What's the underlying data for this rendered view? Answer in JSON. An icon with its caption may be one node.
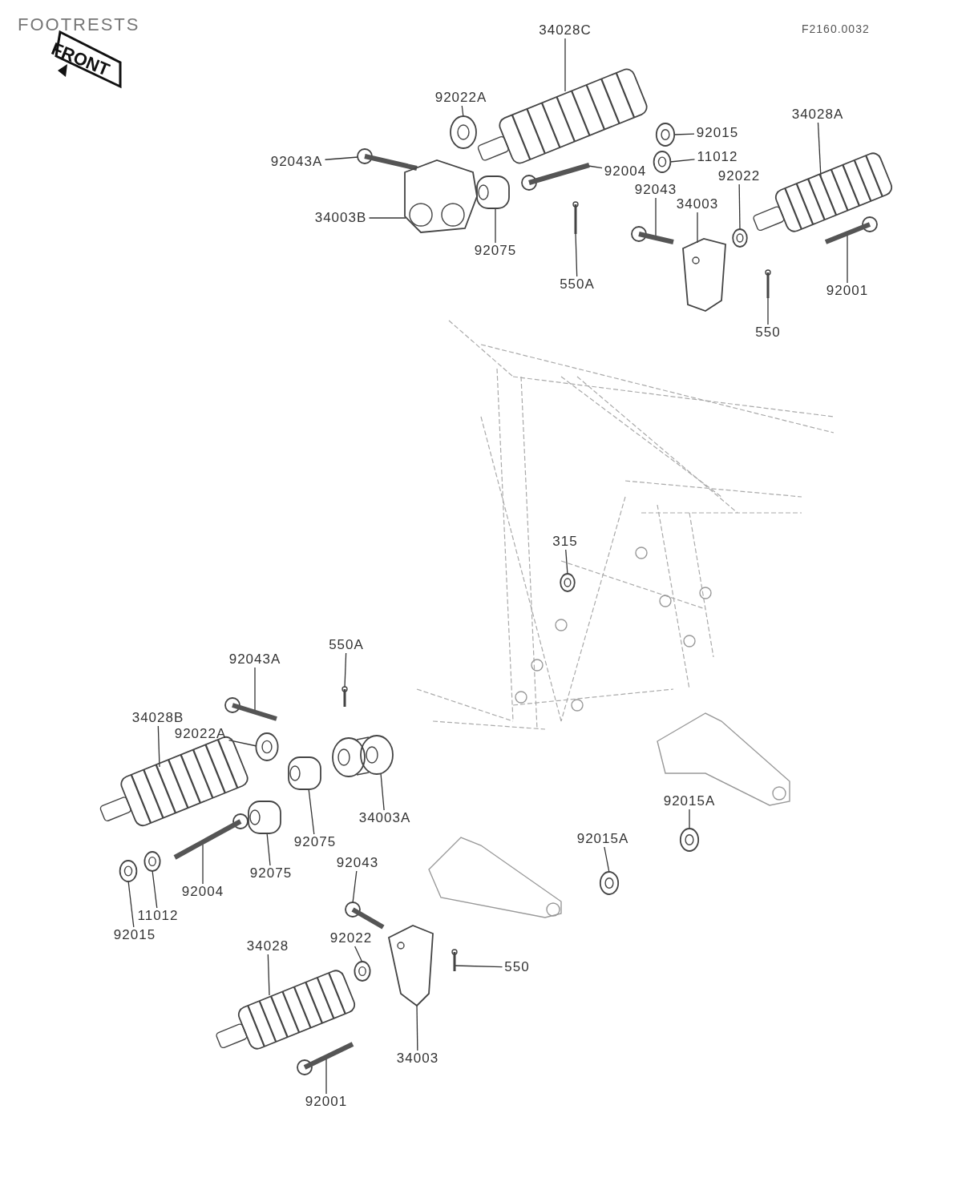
{
  "diagram": {
    "title": "FOOTRESTS",
    "nodes": [
      {
        "text": [
          "34028C"
        ]
      },
      {
        "text": [
          "92022A"
        ]
      },
      {
        "text": [
          "92015"
        ]
      },
      {
        "text": [
          "11012"
        ]
      },
      {
        "text": [
          "92043A"
        ]
      },
      {
        "text": [
          "92004"
        ]
      },
      {
        "text": [
          "34003B"
        ]
      },
      {
        "text": [
          "92075"
        ]
      },
      {
        "text": [
          "550A"
        ]
      },
      {
        "text": [
          "92043"
        ]
      },
      {
        "text": [
          "34003"
        ]
      },
      {
        "text": [
          "92022"
        ]
      },
      {
        "text": [
          "34028A"
        ]
      },
      {
        "text": [
          "92001"
        ]
      },
      {
        "text": [
          "550"
        ]
      },
      {
        "text": [
          "315"
        ]
      },
      {
        "text": [
          "92043A"
        ]
      },
      {
        "text": [
          "550A"
        ]
      },
      {
        "text": [
          "34028B"
        ]
      },
      {
        "text": [
          "92022A"
        ]
      },
      {
        "text": [
          "92075"
        ]
      },
      {
        "text": [
          "34003A"
        ]
      },
      {
        "text": [
          "92075"
        ]
      },
      {
        "text": [
          "92004"
        ]
      },
      {
        "text": [
          "11012"
        ]
      },
      {
        "text": [
          "92015"
        ]
      },
      {
        "text": [
          "92043"
        ]
      },
      {
        "text": [
          "92022"
        ]
      },
      {
        "text": [
          "34028"
        ]
      },
      {
        "text": [
          "92015A"
        ]
      },
      {
        "text": [
          "92015A"
        ]
      },
      {
        "text": [
          "550"
        ]
      },
      {
        "text": [
          "34003"
        ]
      },
      {
        "text": [
          "92001"
        ]
      },
      {
        "text": [],
        "shape": "picture"
      },
      {
        "text": [],
        "shape": "picture"
      },
      {
        "text": [],
        "shape": "picture"
      },
      {
        "text": [],
        "shape": "picture"
      },
      {
        "text": [],
        "shape": "picture"
      },
      {
        "text": [],
        "shape": "picture"
      },
      {
        "text": [],
        "shape": "picture"
      },
      {
        "text": [],
        "shape": "picture"
      },
      {
        "text": [],
        "shape": "picture"
      },
      {
        "text": [],
        "shape": "picture"
      },
      {
        "text": [],
        "shape": "picture"
      },
      {
        "text": [],
        "shape": "picture"
      },
      {
        "text": [],
        "shape": "picture"
      },
      {
        "text": [],
        "shape": "picture"
      },
      {
        "text": [],
        "shape": "picture"
      },
      {
        "text": [],
        "shape": "picture"
      },
      {
        "text": [],
        "shape": "picture"
      },
      {
        "text": [],
        "shape": "picture"
      },
      {
        "text": [],
        "shape": "picture"
      },
      {
        "text": [],
        "shape": "picture"
      },
      {
        "text": [],
        "shape": "picture"
      },
      {
        "text": [],
        "shape": "picture"
      },
      {
        "text": [],
        "shape": "picture"
      },
      {
        "text": [],
        "shape": "picture"
      },
      {
        "text": [],
        "shape": "picture"
      },
      {
        "text": [],
        "shape": "picture"
      },
      {
        "text": [],
        "shape": "picture"
      },
      {
        "text": [],
        "shape": "picture"
      },
      {
        "text": [],
        "shape": "picture"
      },
      {
        "text": [],
        "shape": "picture"
      },
      {
        "text": [],
        "shape": "picture"
      },
      {
        "text": [],
        "shape": "picture"
      },
      {
        "text": [],
        "shape": "picture"
      },
      {
        "text": [],
        "shape": "picture"
      }
    ],
    "edges": [
      {
        "from": 0,
        "to": 34,
        "arrow": "none"
      },
      {
        "from": 1,
        "to": 35,
        "arrow": "none"
      },
      {
        "from": 2,
        "to": 36,
        "arrow": "none"
      },
      {
        "from": 3,
        "to": 37,
        "arrow": "none"
      },
      {
        "from": 4,
        "to": 38,
        "arrow": "none"
      },
      {
        "from": 5,
        "to": 39,
        "arrow": "none"
      },
      {
        "from": 6,
        "to": 40,
        "arrow": "none"
      },
      {
        "from": 7,
        "to": 41,
        "arrow": "none"
      },
      {
        "from": 8,
        "to": 42,
        "arrow": "none"
      },
      {
        "from": 9,
        "to": 43,
        "arrow": "none"
      },
      {
        "from": 10,
        "to": 44,
        "arrow": "none"
      },
      {
        "from": 11,
        "to": 45,
        "arrow": "none"
      },
      {
        "from": 12,
        "to": 46,
        "arrow": "none"
      },
      {
        "from": 13,
        "to": 47,
        "arrow": "none"
      },
      {
        "from": 14,
        "to": 48,
        "arrow": "none"
      },
      {
        "from": 15,
        "to": 49,
        "arrow": "none"
      },
      {
        "from": 16,
        "to": 50,
        "arrow": "none"
      },
      {
        "from": 17,
        "to": 51,
        "arrow": "none"
      },
      {
        "from": 18,
        "to": 52,
        "arrow": "none"
      },
      {
        "from": 19,
        "to": 53,
        "arrow": "none"
      },
      {
        "from": 20,
        "to": 54,
        "arrow": "none"
      },
      {
        "from": 21,
        "to": 55,
        "arrow": "none"
      },
      {
        "from": 22,
        "to": 56,
        "arrow": "none"
      },
      {
        "from": 23,
        "to": 57,
        "arrow": "none"
      },
      {
        "from": 24,
        "to": 58,
        "arrow": "none"
      },
      {
        "from": 25,
        "to": 59,
        "arrow": "none"
      },
      {
        "from": 26,
        "to": 60,
        "arrow": "none"
      },
      {
        "from": 27,
        "to": 61,
        "arrow": "none"
      },
      {
        "from": 28,
        "to": 62,
        "arrow": "none"
      },
      {
        "from": 29,
        "to": 64,
        "arrow": "none"
      },
      {
        "from": 30,
        "to": 65,
        "arrow": "none"
      },
      {
        "from": 31,
        "to": 66,
        "arrow": "none"
      },
      {
        "from": 32,
        "to": 63,
        "arrow": "none"
      },
      {
        "from": 33,
        "to": 67,
        "arrow": "none"
      }
    ],
    "labels": [
      "FRONT",
      "F2160.0032"
    ]
  }
}
